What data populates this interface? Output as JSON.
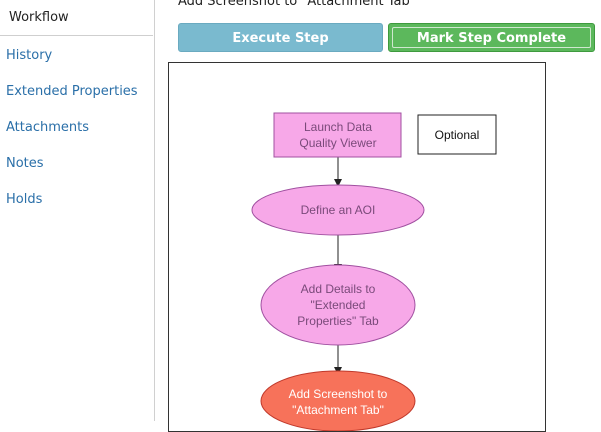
{
  "sidebar": {
    "tab_workflow": "Workflow",
    "items": [
      {
        "label": "History"
      },
      {
        "label": "Extended Properties"
      },
      {
        "label": "Attachments"
      },
      {
        "label": "Notes"
      },
      {
        "label": "Holds"
      }
    ]
  },
  "header": {
    "title": "Add Screenshot to \"Attachment Tab\""
  },
  "toolbar": {
    "execute_label": "Execute Step",
    "mark_complete_label": "Mark Step Complete"
  },
  "diagram": {
    "colors": {
      "step_fill": "#f7a8e8",
      "step_stroke": "#a050a0",
      "current_fill": "#f7725a",
      "current_stroke": "#c0392b"
    },
    "nodes": {
      "launch_line1": "Launch Data",
      "launch_line2": "Quality Viewer",
      "optional": "Optional",
      "define_aoi": "Define an AOI",
      "details_line1": "Add Details to",
      "details_line2": "\"Extended",
      "details_line3": "Properties\" Tab",
      "screenshot_line1": "Add Screenshot to",
      "screenshot_line2": "\"Attachment Tab\""
    }
  }
}
